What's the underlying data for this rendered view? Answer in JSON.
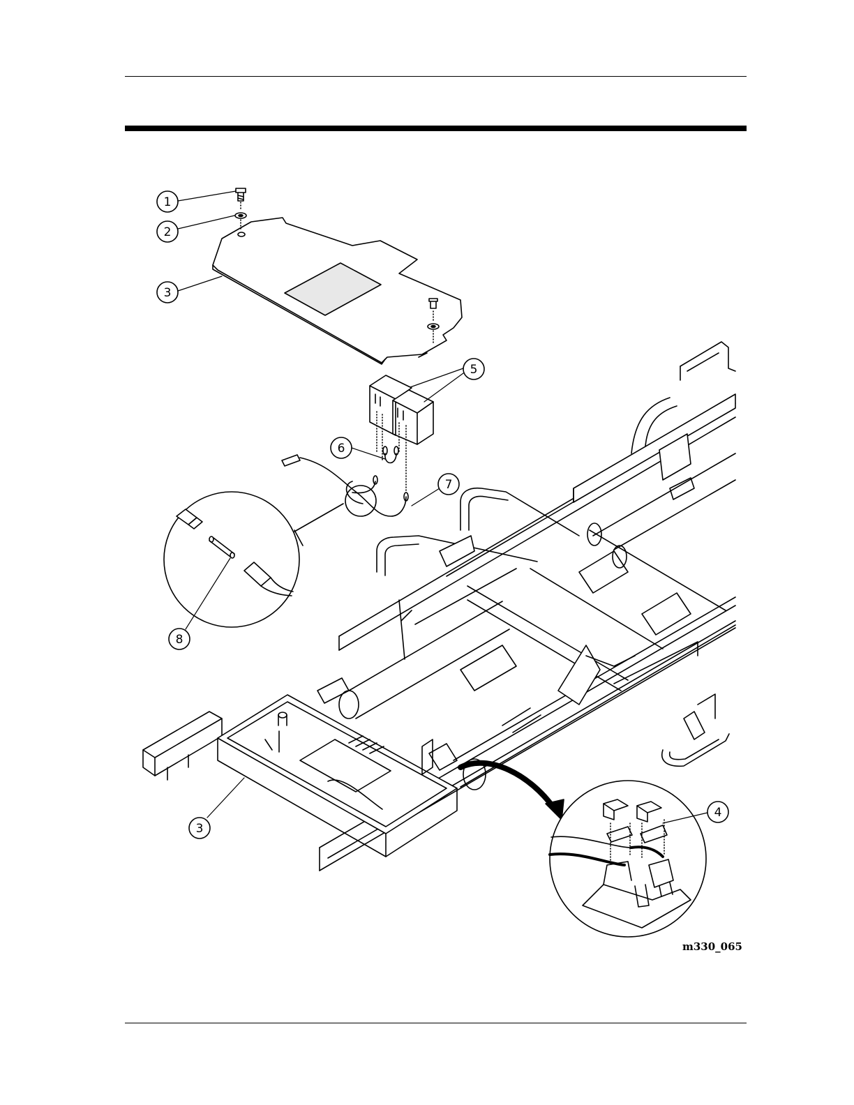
{
  "callouts": [
    {
      "id": "c1",
      "label": "1"
    },
    {
      "id": "c2",
      "label": "2"
    },
    {
      "id": "c3a",
      "label": "3"
    },
    {
      "id": "c5",
      "label": "5"
    },
    {
      "id": "c6",
      "label": "6"
    },
    {
      "id": "c7",
      "label": "7"
    },
    {
      "id": "c8",
      "label": "8"
    },
    {
      "id": "c3b",
      "label": "3"
    },
    {
      "id": "c4",
      "label": "4"
    }
  ],
  "figure_id": "m330_065"
}
